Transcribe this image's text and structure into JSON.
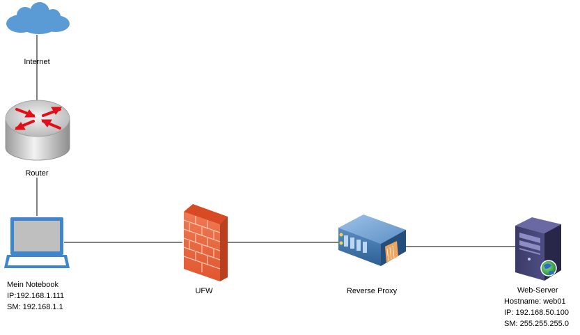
{
  "nodes": {
    "internet": {
      "label": "Internet",
      "icon": "cloud-icon"
    },
    "router": {
      "label": "Router",
      "icon": "router-icon"
    },
    "notebook": {
      "label": "Mein Notebook",
      "ip": "IP:192.168.1.111",
      "sm": "SM: 192.168.1.1",
      "icon": "laptop-icon"
    },
    "firewall": {
      "label": "UFW",
      "icon": "firewall-icon"
    },
    "proxy": {
      "label": "Reverse Proxy",
      "icon": "rack-server-icon"
    },
    "webserver": {
      "label": "Web-Server",
      "hostname": "Hostname: web01",
      "ip": "IP: 192.168.50.100",
      "sm": "SM: 255.255.255.0",
      "icon": "tower-server-icon"
    }
  },
  "colors": {
    "cloud": "#5b9bd5",
    "laptop": "#3f86cc",
    "firewall": "#e8623a",
    "router_arrows": "#e0101a",
    "line": "#000000"
  }
}
